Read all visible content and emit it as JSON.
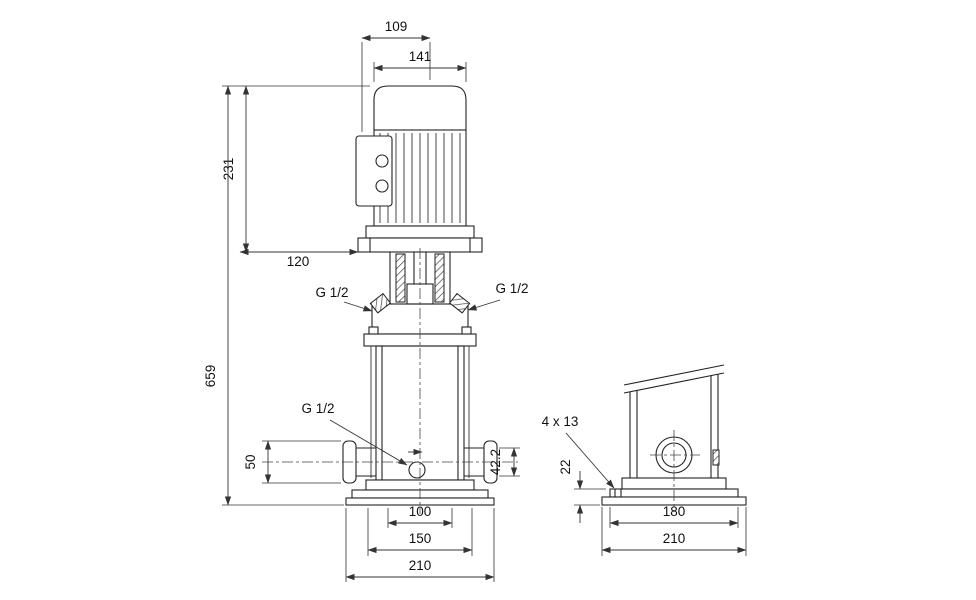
{
  "dims": {
    "front": {
      "fan_cover_width": "109",
      "motor_width": "141",
      "motor_height": "231",
      "motor_flange_width": "120",
      "pump_height": "659",
      "vent_plug_left": "G 1/2",
      "vent_plug_right": "G 1/2",
      "drain_plug": "G 1/2",
      "inlet_flange_height": "50",
      "port_bore_height": "42.2",
      "port_span": "100",
      "base_flange_width": "150",
      "base_width": "210"
    },
    "side": {
      "bolt_holes": "4 x 13",
      "base_height": "22",
      "base_plate_width": "180",
      "base_width": "210"
    }
  }
}
